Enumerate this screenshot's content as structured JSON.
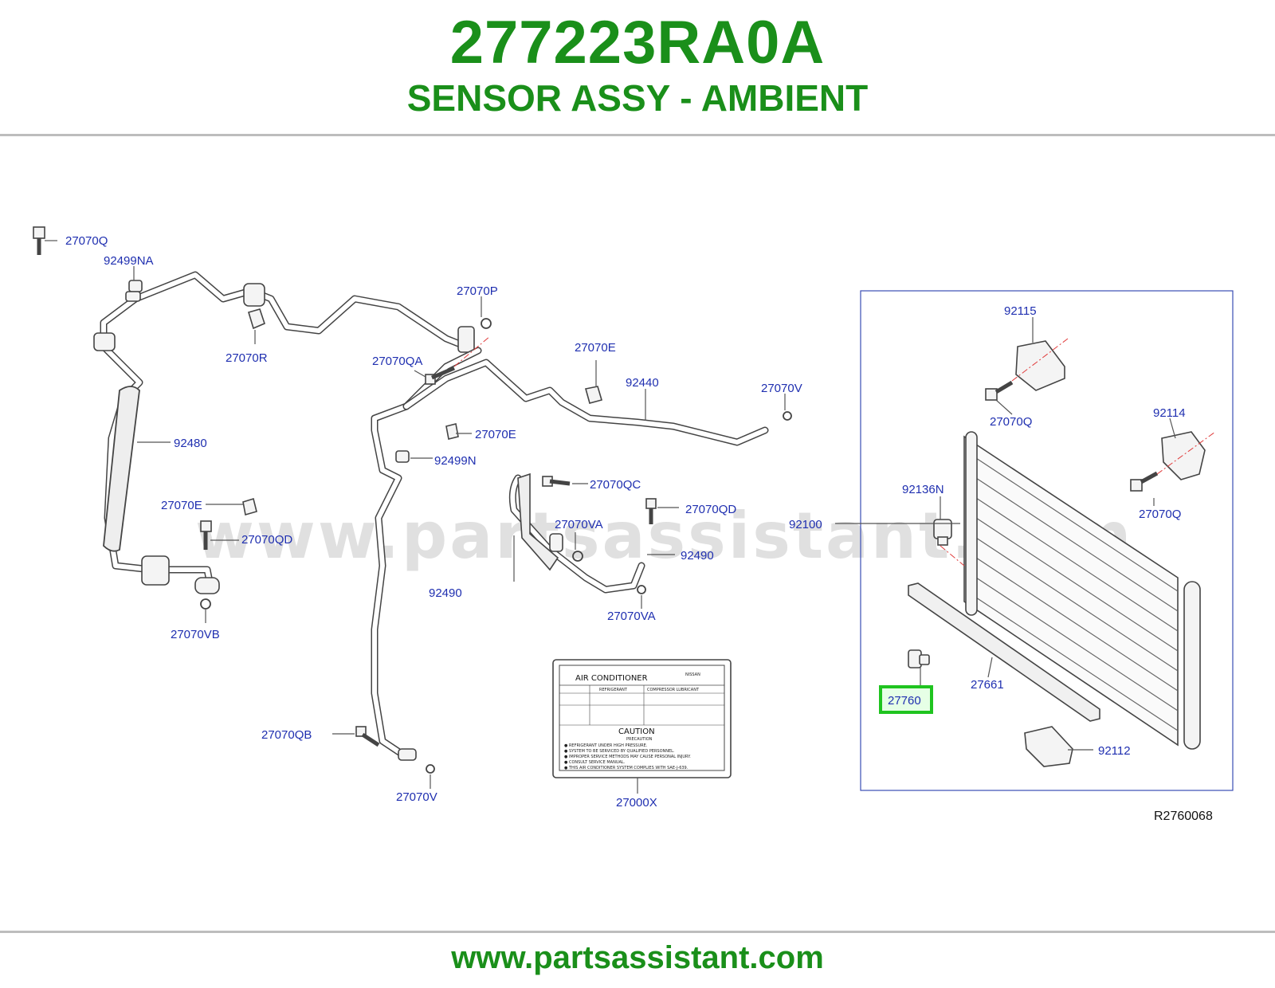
{
  "header": {
    "part_number": "277223RA0A",
    "part_name": "SENSOR ASSY - AMBIENT"
  },
  "footer": {
    "url": "www.partsassistant.com"
  },
  "diagram": {
    "watermark": "www.partsassistant.com",
    "reference_code": "R2760068",
    "highlighted_label": "27760",
    "highlight_color": "#1fc41f",
    "labels": {
      "l_27070Q_a": "27070Q",
      "l_92499NA": "92499NA",
      "l_27070R": "27070R",
      "l_92480": "92480",
      "l_27070E_a": "27070E",
      "l_27070QD_a": "27070QD",
      "l_27070VB": "27070VB",
      "l_27070P": "27070P",
      "l_27070QA": "27070QA",
      "l_27070E_b": "27070E",
      "l_92440": "92440",
      "l_27070V_a": "27070V",
      "l_27070E_c": "27070E",
      "l_92499N": "92499N",
      "l_27070QC": "27070QC",
      "l_27070QD_b": "27070QD",
      "l_27070VA_a": "27070VA",
      "l_92490_a": "92490",
      "l_92490_b": "92490",
      "l_27070VA_b": "27070VA",
      "l_92100": "92100",
      "l_27070QB": "27070QB",
      "l_27070V_b": "27070V",
      "l_27000X": "27000X",
      "l_92115": "92115",
      "l_27070Q_b": "27070Q",
      "l_92114": "92114",
      "l_27070Q_c": "27070Q",
      "l_92136N": "92136N",
      "l_27661": "27661",
      "l_92112": "92112"
    },
    "label_sticker": {
      "title": "AIR    CONDITIONER",
      "brand": "NISSAN",
      "refrigerant": "REFRIGERANT",
      "compressor_lubricant": "COMPRESSOR    LUBRICANT",
      "caution": "CAUTION",
      "precaution": "PRECAUTION",
      "lines": [
        "● REFRIGERANT   UNDER   HIGH   PRESSURE.",
        "● SYSTEM  TO  BE  SERVICED  BY  QUALIFIED  PERSONNEL.",
        "● IMPROPER  SERVICE  METHODS  MAY  CAUSE  PERSONAL  INJURY.",
        "● CONSULT   SERVICE   MANUAL.",
        "● THIS  AIR  CONDITIONER  SYSTEM  COMPLIES  WITH  SAE-J-639."
      ]
    }
  }
}
